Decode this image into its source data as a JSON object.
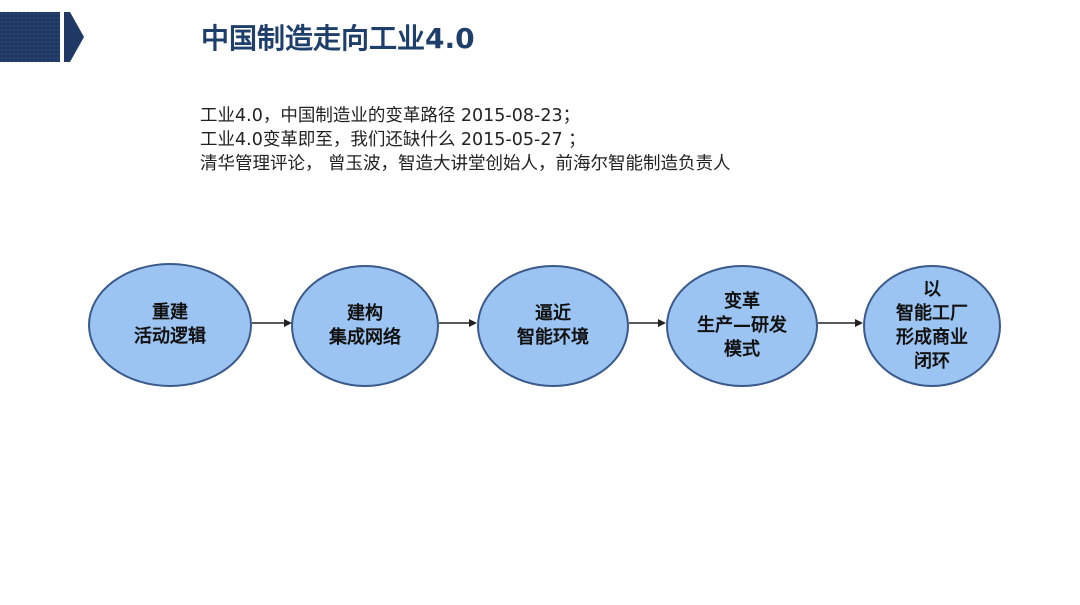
{
  "header": {
    "title": "中国制造走向工业4.0",
    "badge_color": "#1f3864"
  },
  "body": {
    "lines": [
      "工业4.0，中国制造业的变革路径  2015-08-23；",
      "工业4.0变革即至，我们还缺什么 2015-05-27 ；",
      "清华管理评论， 曾玉波，智造大讲堂创始人，前海尔智能制造负责人"
    ]
  },
  "flow": {
    "node_fill": "#9cc4f2",
    "node_stroke": "#3a5a8c",
    "nodes": [
      {
        "lines": [
          "重建",
          "活动逻辑"
        ]
      },
      {
        "lines": [
          "建构",
          "集成网络"
        ]
      },
      {
        "lines": [
          "逼近",
          "智能环境"
        ]
      },
      {
        "lines": [
          "变革",
          "生产—研发",
          "模式"
        ]
      },
      {
        "lines": [
          "以",
          "智能工厂",
          "形成商业",
          "闭环"
        ]
      }
    ]
  }
}
